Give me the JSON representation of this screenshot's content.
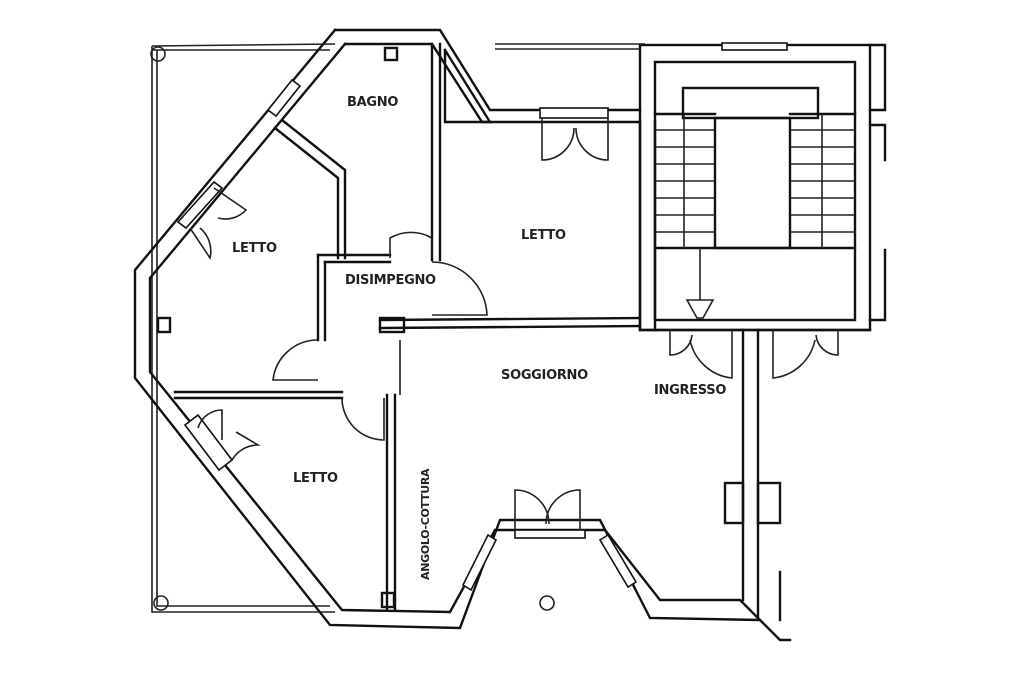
{
  "plan": {
    "rooms": {
      "bagno": "BAGNO",
      "letto_left": "LETTO",
      "letto_top": "LETTO",
      "disimpegno": "DISIMPEGNO",
      "soggiorno": "SOGGIORNO",
      "ingresso": "INGRESSO",
      "letto_bottom": "LETTO",
      "angolo_cottura": "ANGOLO-COTTURA"
    },
    "colors": {
      "ink": "#111111",
      "paper": "#ffffff"
    }
  }
}
